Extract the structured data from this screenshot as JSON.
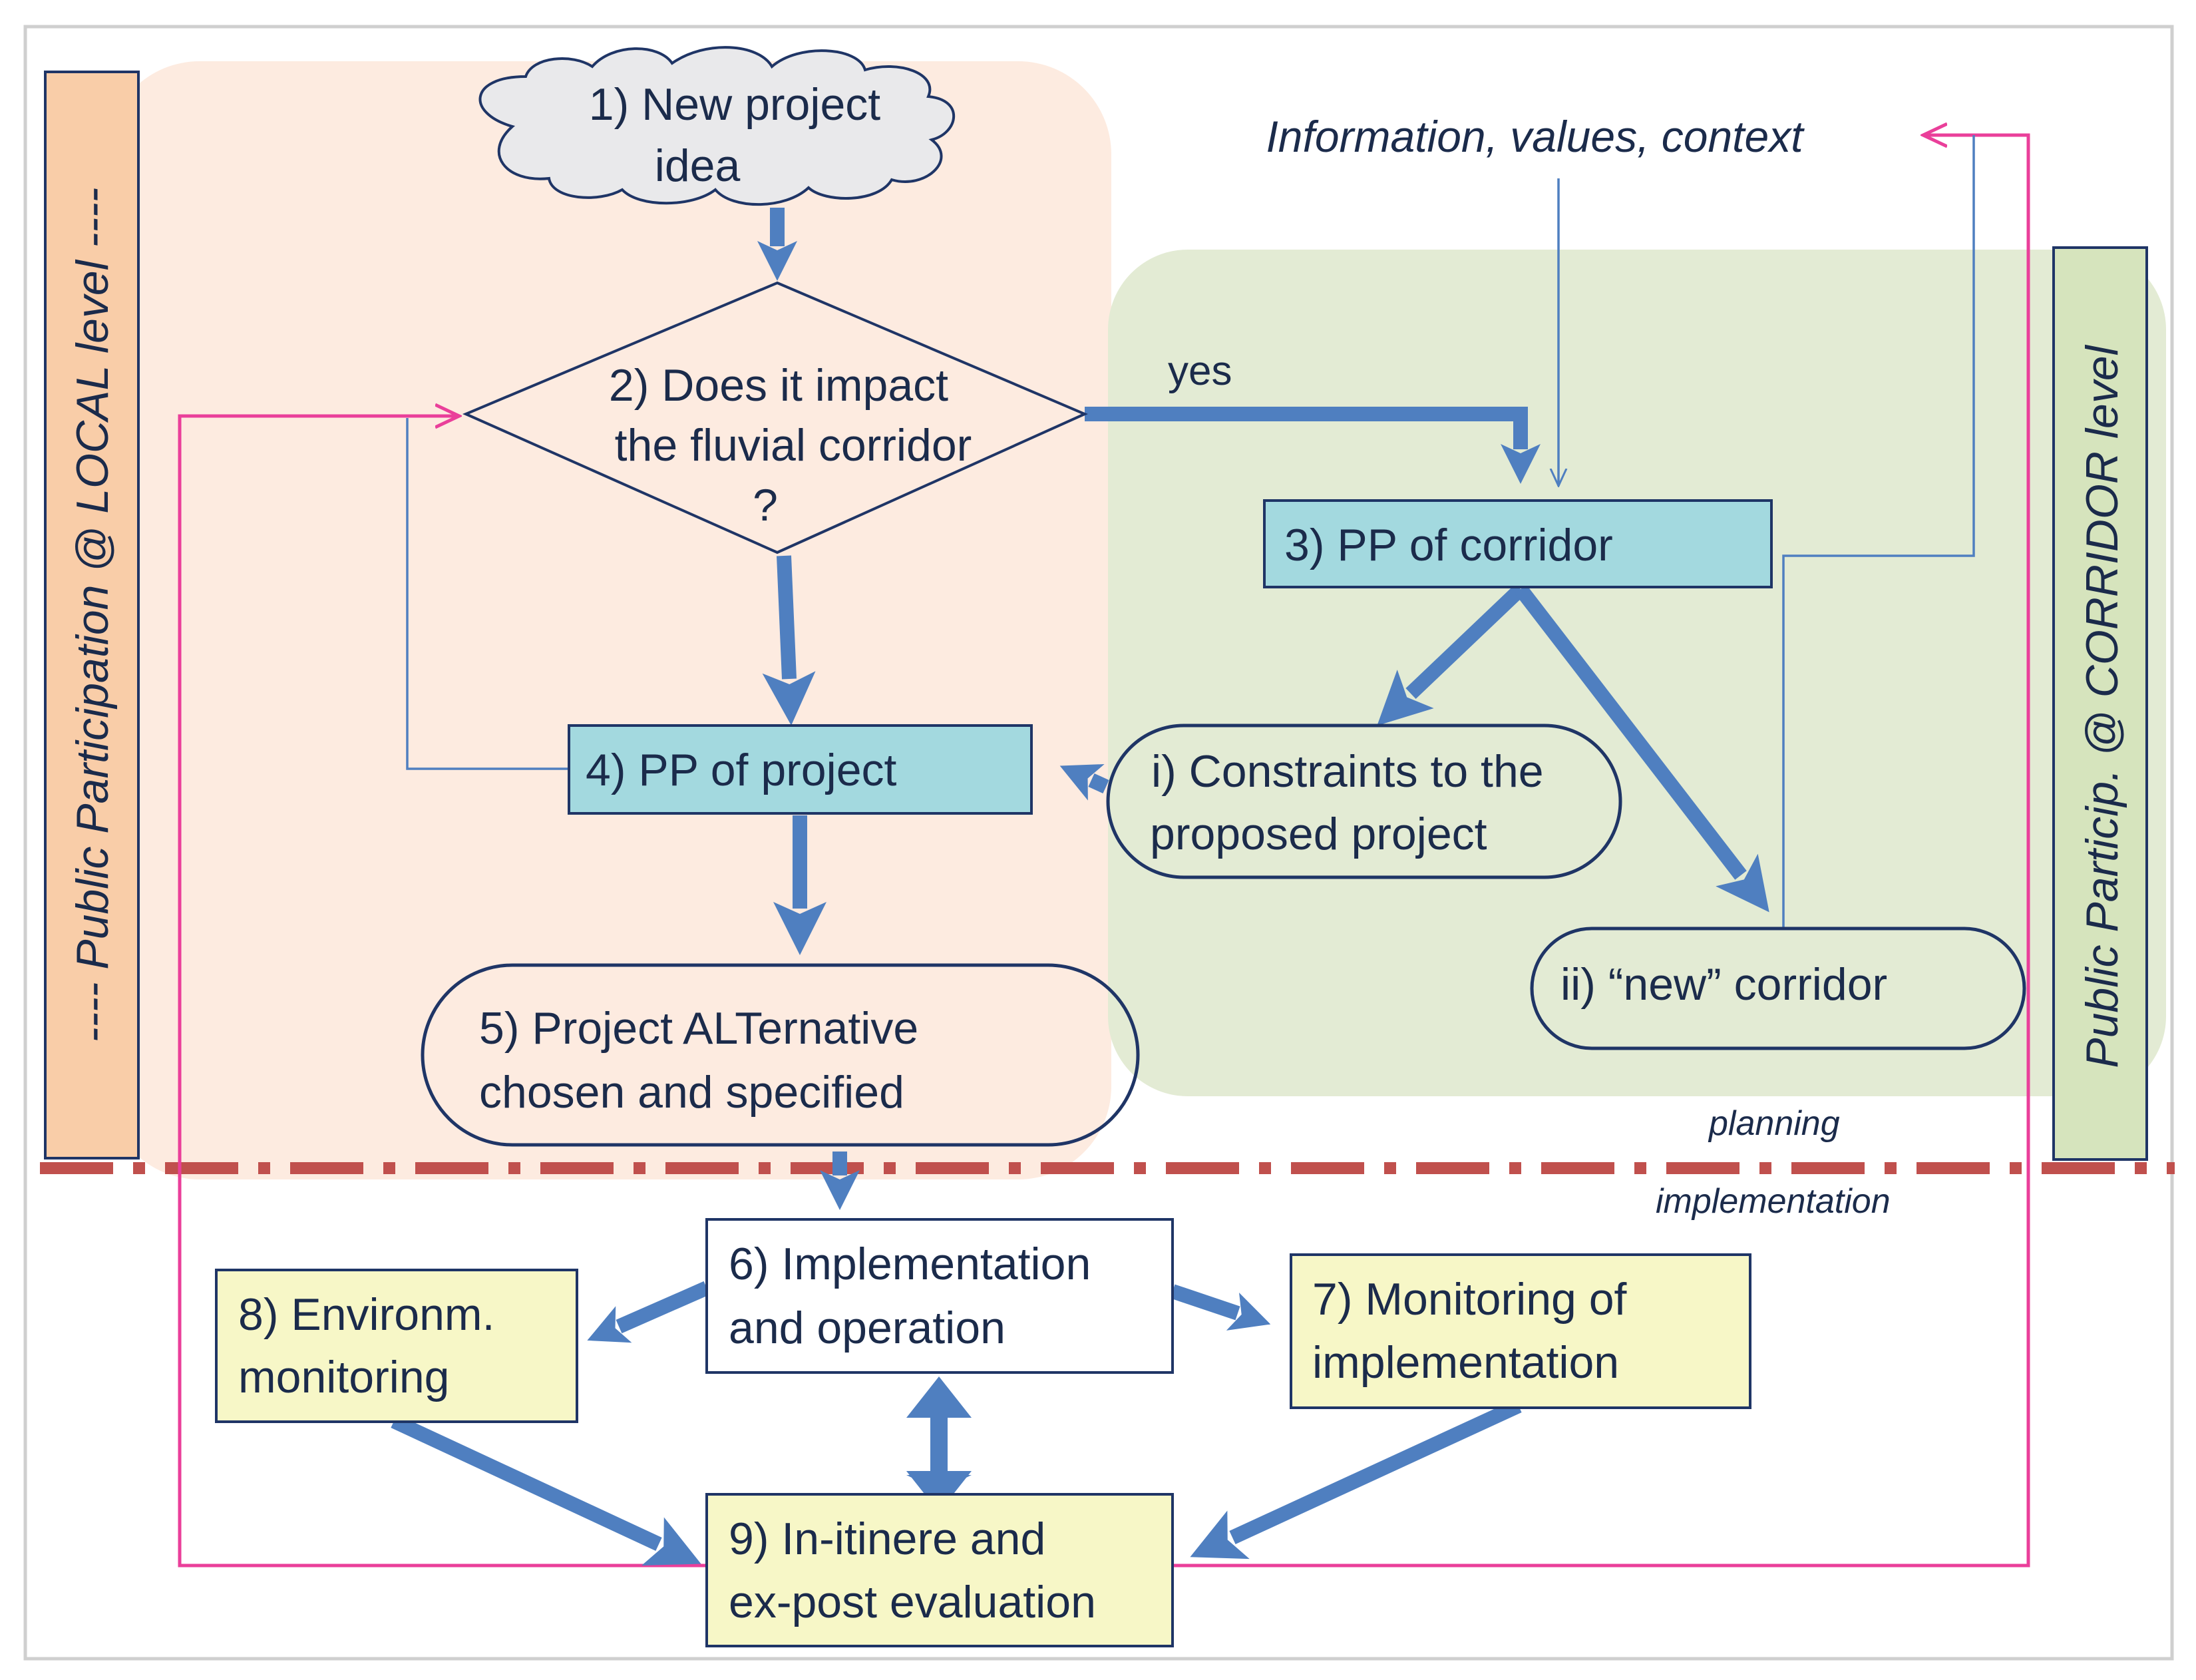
{
  "colors": {
    "local_zone": "#fdebe0",
    "corridor_zone": "#e3ebd4",
    "local_label_box": "#f9cda8",
    "corridor_label_box": "#d6e4bd",
    "pp_box": "#a3d9df",
    "eval_box": "#f7f7c7",
    "cloud": "#e9e9eb",
    "arrow_blue": "#4f7fc0",
    "outline_navy": "#1f3566",
    "feedback_pink": "#ea3f9a",
    "planning_divider": "#c0504d",
    "text_dark": "#1b2b4b"
  },
  "labels": {
    "local_level": "----  Public Participation @ LOCAL level ----",
    "corridor_level": "Public Particip. @ CORRIDOR level",
    "info_values": "Information, values, context",
    "yes": "yes",
    "planning": "planning",
    "implementation": "implementation"
  },
  "nodes": {
    "n1": [
      "1) New project",
      "idea"
    ],
    "n2": [
      "2) Does it impact",
      "the fluvial corridor",
      "?"
    ],
    "n3": [
      "3) PP of corridor"
    ],
    "n4": [
      "4) PP of project"
    ],
    "ni": [
      "i)  Constraints to the",
      "proposed project"
    ],
    "nii": [
      "ii) “new” corridor"
    ],
    "n5": [
      "5) Project ALTernative",
      "chosen and specified"
    ],
    "n6": [
      "6) Implementation",
      "and operation"
    ],
    "n7": [
      "7) Monitoring of",
      "implementation"
    ],
    "n8": [
      "8) Environm.",
      "monitoring"
    ],
    "n9": [
      "9) In-itinere and",
      "ex-post evaluation"
    ]
  }
}
